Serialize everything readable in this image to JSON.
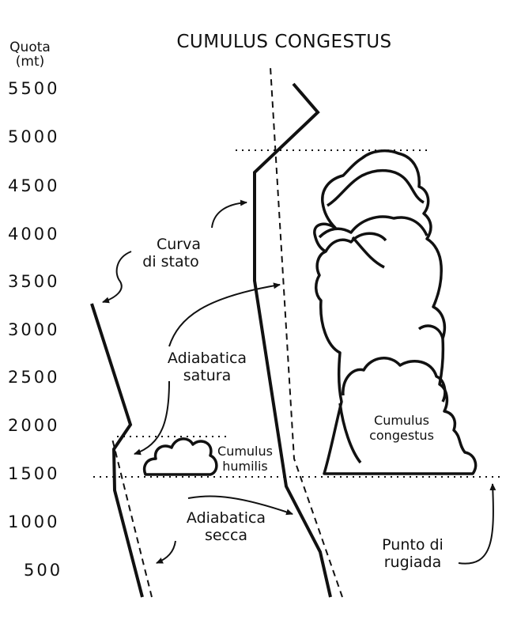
{
  "title": "CUMULUS  CONGESTUS",
  "axis": {
    "title_line1": "Quota",
    "title_line2": "(mt)",
    "ticks": [
      "5500",
      "5000",
      "4500",
      "4000",
      "3500",
      "3000",
      "2500",
      "2000",
      "1500",
      "1000",
      "500"
    ]
  },
  "labels": {
    "curva_line1": "Curva",
    "curva_line2": "di  stato",
    "adiab_sat_line1": "Adiabatica",
    "adiab_sat_line2": "satura",
    "adiab_secca_line1": "Adiabatica",
    "adiab_secca_line2": "secca",
    "humilis_line1": "Cumulus",
    "humilis_line2": "humilis",
    "congestus_line1": "Cumulus",
    "congestus_line2": "congestus",
    "rugiada_line1": "Punto  di",
    "rugiada_line2": "rugiada"
  },
  "colors": {
    "ink": "#111111",
    "background": "#ffffff"
  }
}
